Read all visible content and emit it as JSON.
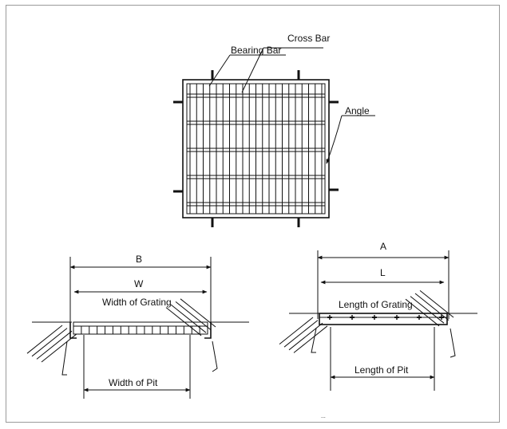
{
  "labels": {
    "cross_bar": "Cross Bar",
    "bearing_bar": "Bearing Bar",
    "angle": "Angle",
    "b": "B",
    "w": "W",
    "width_of_grating": "Width of Grating",
    "width_of_pit": "Width of Pit",
    "a": "A",
    "l": "L",
    "length_of_grating": "Length of Grating",
    "length_of_pit": "Length of Pit",
    "footer_mark": "..."
  },
  "colors": {
    "line": "#111111",
    "frame": "#9a9a9a",
    "background": "#ffffff"
  }
}
